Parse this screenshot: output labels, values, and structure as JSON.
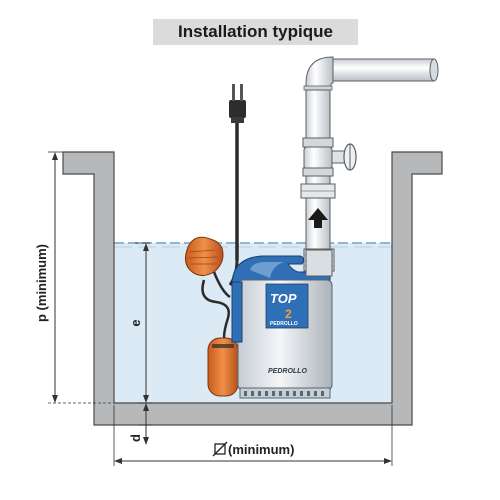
{
  "title": "Installation typique",
  "labels": {
    "p": "p (minimum)",
    "e": "e",
    "d": "d",
    "width": "(minimum)"
  },
  "pump": {
    "model": "TOP",
    "model_number": "2",
    "brand": "PEDROLLO",
    "brand_tagline": "Pedrollo",
    "badge": "PEDROLLO"
  },
  "colors": {
    "wall": "#b7b8ba",
    "wall_stroke": "#555555",
    "water": "#dbeaf4",
    "water_line": "#8fb7d4",
    "pump_blue": "#2f6fb6",
    "float_orange": "#e0742e",
    "pipe": "#e8ecef"
  }
}
